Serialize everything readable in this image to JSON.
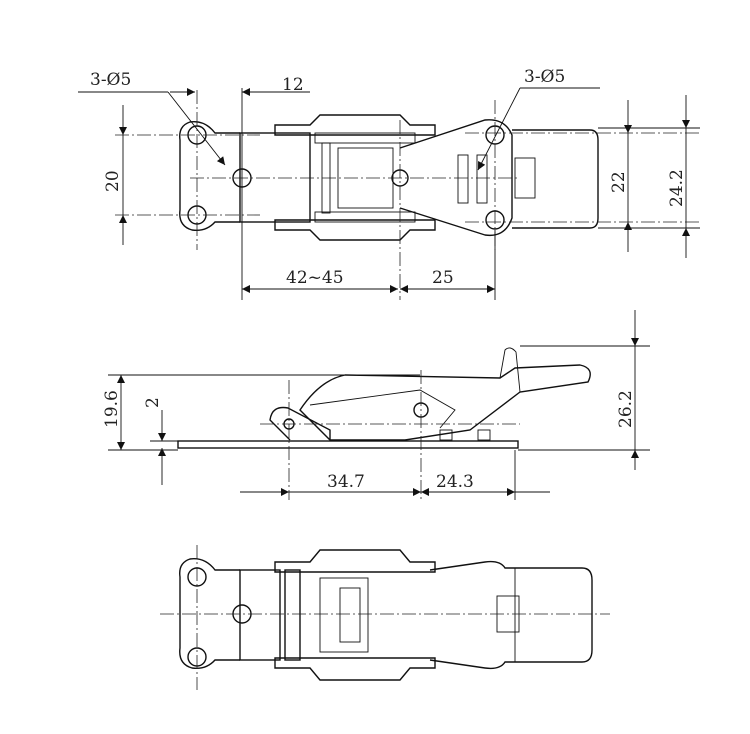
{
  "top_view": {
    "hole_callout_left": "3-Ø5",
    "dim_offset": "12",
    "dim_hole_spacing": "20",
    "dim_range": "42~45",
    "dim_pitch": "25",
    "hole_callout_right": "3-Ø5",
    "dim_width_inner": "22",
    "dim_width_outer": "24.2"
  },
  "side_view": {
    "dim_height_base": "19.6",
    "dim_thickness": "2",
    "dim_height_total": "26.2",
    "dim_length_left": "34.7",
    "dim_length_right": "24.3"
  }
}
